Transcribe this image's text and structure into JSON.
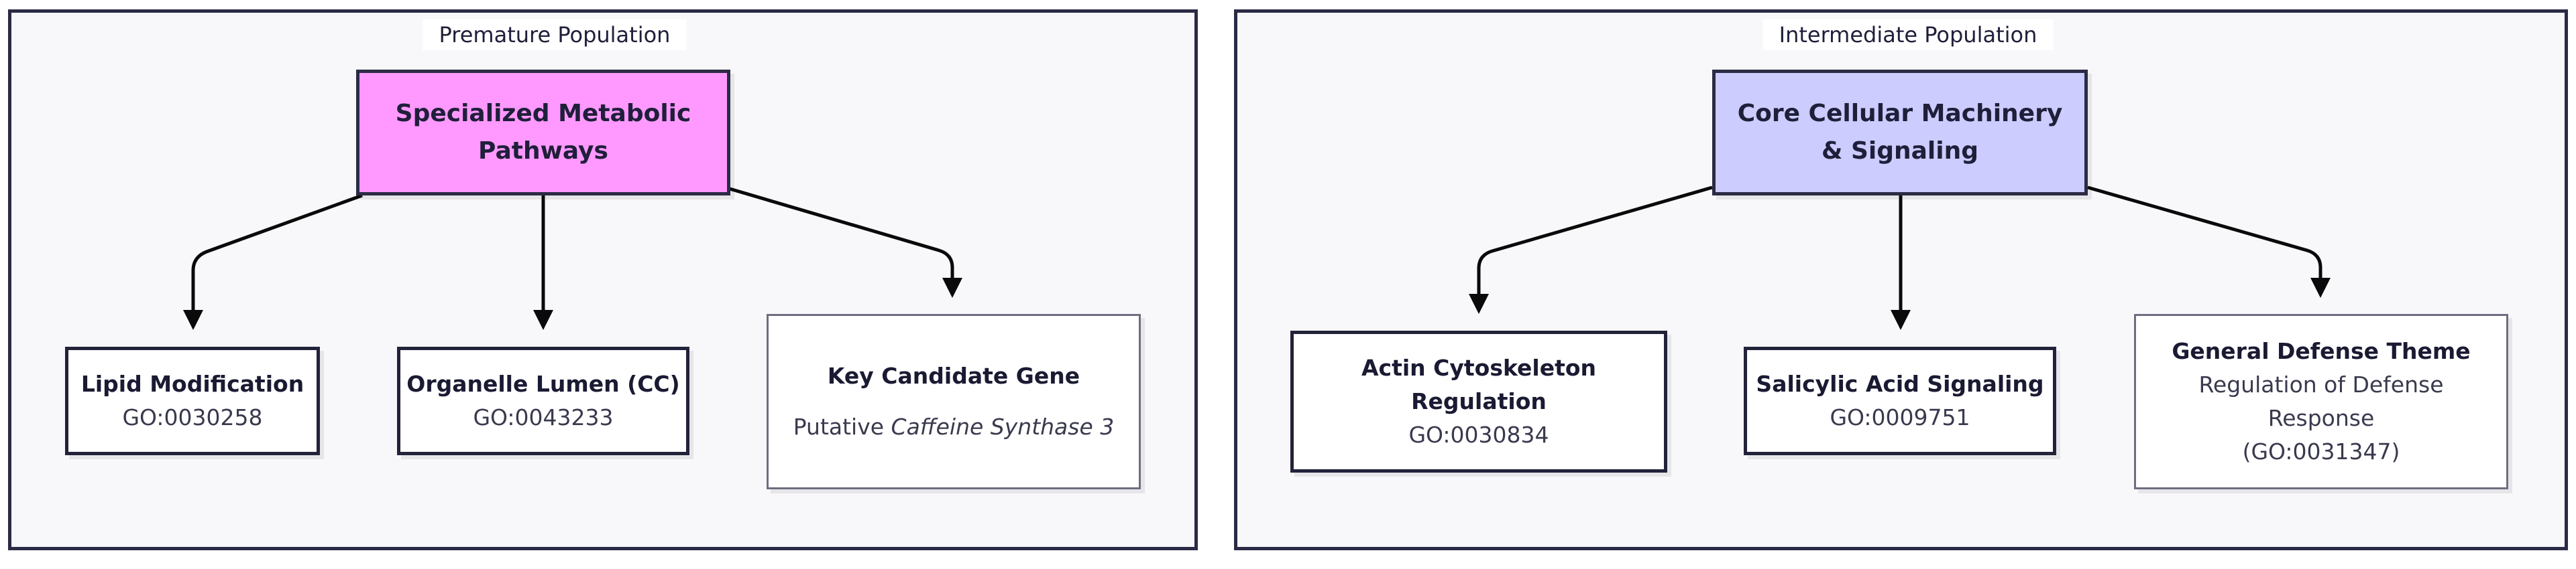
{
  "colors": {
    "premature_category_fill": "#ff99ff",
    "intermediate_category_fill": "#ccccff",
    "panel_fill": "#f8f8fb",
    "border": "#2b2b45",
    "edge": "#0a0a0a"
  },
  "premature": {
    "title": "Premature Population",
    "category": {
      "line1": "Specialized Metabolic",
      "line2": "Pathways"
    },
    "terms": [
      {
        "label": "Lipid Modification",
        "go": "GO:0030258"
      },
      {
        "label": "Organelle Lumen (CC)",
        "go": "GO:0043233"
      }
    ],
    "candidate": {
      "label": "Key Candidate Gene",
      "prefix": "Putative ",
      "gene": "Caffeine Synthase 3"
    }
  },
  "intermediate": {
    "title": "Intermediate Population",
    "category": {
      "line1": "Core Cellular Machinery",
      "line2": "& Signaling"
    },
    "terms": [
      {
        "label_line1": "Actin Cytoskeleton",
        "label_line2": "Regulation",
        "go": "GO:0030834"
      },
      {
        "label": "Salicylic Acid Signaling",
        "go": "GO:0009751"
      }
    ],
    "theme": {
      "label": "General Defense Theme",
      "line1": "Regulation of Defense",
      "line2": "Response",
      "line3": "(GO:0031347)"
    }
  }
}
